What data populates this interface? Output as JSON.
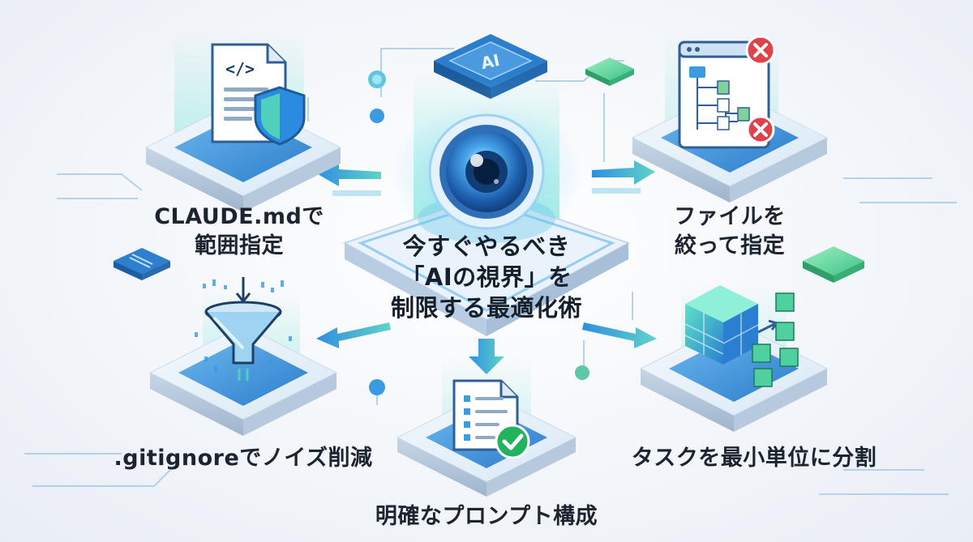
{
  "center": {
    "line1": "今すぐやるべき",
    "line2": "「AIの視界」を",
    "line3": "制限する最適化術"
  },
  "chip_ai": {
    "text": "AI"
  },
  "nodes": {
    "claude_md": {
      "line1": "CLAUDE.mdで",
      "line2": "範囲指定"
    },
    "files": {
      "line1": "ファイルを",
      "line2": "絞って指定"
    },
    "gitignore": {
      "line1": ".gitignoreでノイズ削減"
    },
    "tasks": {
      "line1": "タスクを最小単位に分割"
    },
    "prompt": {
      "line1": "明確なプロンプト構成"
    }
  },
  "icons": {
    "claude_md": "code-document-shield-icon",
    "files": "file-tree-window-icon",
    "gitignore": "funnel-filter-icon",
    "tasks": "cube-split-icon",
    "prompt": "checklist-document-icon",
    "center": "camera-lens-eye-icon"
  },
  "colors": {
    "accent": "#3a9be0",
    "accent_dark": "#1f6fb8",
    "teal": "#4fd3c4",
    "green": "#22b35e",
    "red": "#e0424a",
    "text": "#1c2430"
  }
}
